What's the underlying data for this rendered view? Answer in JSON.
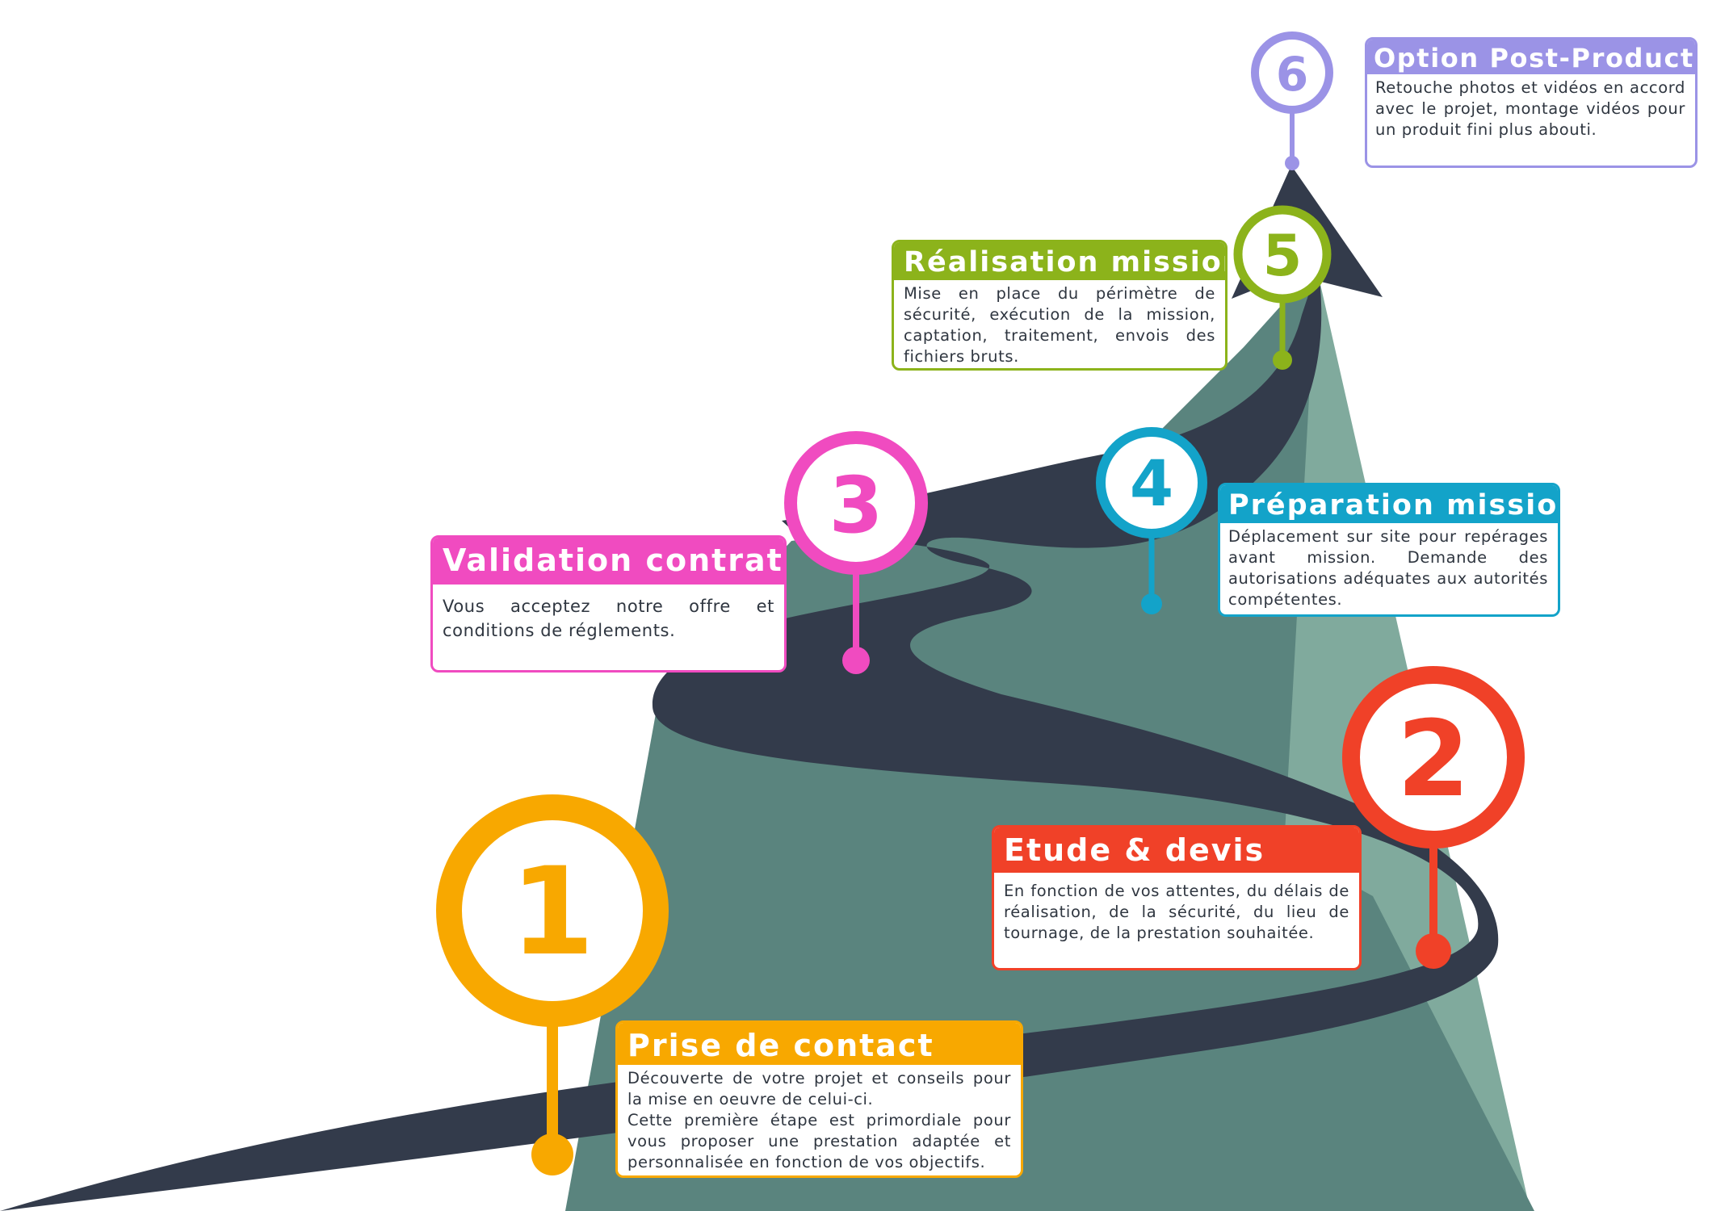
{
  "steps": [
    {
      "number": "1",
      "title": "Prise de contact",
      "color": "#f8a800",
      "lines": [
        "Découverte de votre projet et conseils pour la mise en oeuvre de celui-ci.",
        "Cette première étape est primordiale pour vous proposer une prestation adaptée et personnalisée en fonction de vos objectifs."
      ]
    },
    {
      "number": "2",
      "title": "Etude & devis",
      "color": "#f04128",
      "lines": [
        "En fonction de vos attentes, du délais de réalisation, de la sécurité, du lieu de tournage, de la prestation souhaitée."
      ]
    },
    {
      "number": "3",
      "title": "Validation contrat",
      "color": "#f04bc0",
      "lines": [
        "Vous acceptez notre offre et conditions de réglements."
      ]
    },
    {
      "number": "4",
      "title": "Préparation mission",
      "color": "#13a3c9",
      "lines": [
        "Déplacement sur site pour repérages avant mission. Demande des autorisations adéquates aux autorités compétentes."
      ]
    },
    {
      "number": "5",
      "title": "Réalisation mission",
      "color": "#8cb31b",
      "lines": [
        "Mise en place du périmètre de sécurité, exécution de la mission, captation, traitement, envois des fichiers bruts."
      ]
    },
    {
      "number": "6",
      "title": "Option Post-Production",
      "color": "#9b93e6",
      "lines": [
        "Retouche photos et vidéos en accord avec le projet, montage vidéos pour un produit fini plus abouti."
      ]
    }
  ],
  "colors": {
    "road": "#333b4b",
    "mountain_dark": "#5a847e",
    "mountain_light": "#80aa9d"
  }
}
